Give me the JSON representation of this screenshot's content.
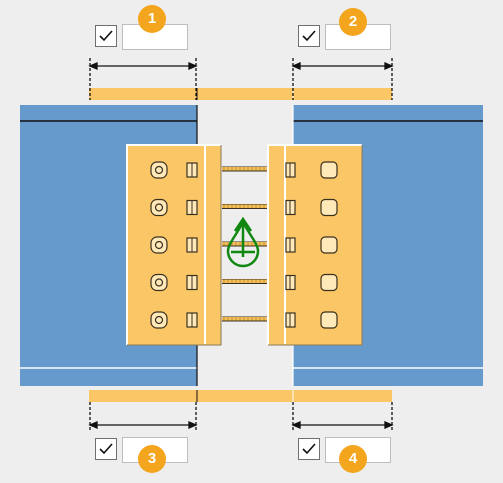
{
  "colors": {
    "background": "#eeeeee",
    "beam_blue": "#6699cc",
    "plate_orange": "#fbc766",
    "badge_orange": "#f3a51d",
    "bolt_fill": "#ffe9b8",
    "weld_marks": "#e0a030",
    "symbol_green": "#118811",
    "line_dark": "#111111"
  },
  "controls": [
    {
      "badge": "1",
      "checked": true,
      "value": ""
    },
    {
      "badge": "2",
      "checked": true,
      "value": ""
    },
    {
      "badge": "3",
      "checked": true,
      "value": ""
    },
    {
      "badge": "4",
      "checked": true,
      "value": ""
    }
  ],
  "diagram": {
    "bolt_rows_per_plate": 5,
    "tie_bars": 5,
    "center_symbol_icon": "arrow-teardrop-icon"
  }
}
